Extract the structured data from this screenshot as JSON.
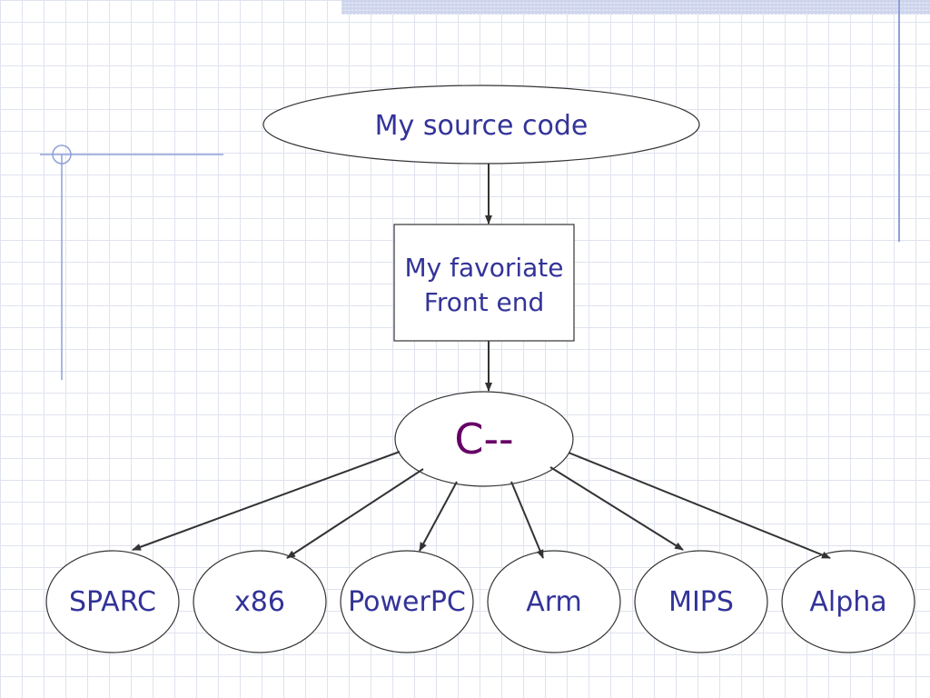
{
  "diagram": {
    "source_node": {
      "label": "My source code"
    },
    "frontend_node": {
      "line1": "My favoriate",
      "line2": "Front end"
    },
    "core_node": {
      "label": "C--"
    },
    "targets": [
      {
        "label": "SPARC"
      },
      {
        "label": "x86"
      },
      {
        "label": "PowerPC"
      },
      {
        "label": "Arm"
      },
      {
        "label": "MIPS"
      },
      {
        "label": "Alpha"
      }
    ]
  },
  "colors": {
    "text": "#333399",
    "core_text": "#660066",
    "deco_lines": "#8fa0d8",
    "grid": "#dfe3ef",
    "edges": "#333333"
  }
}
